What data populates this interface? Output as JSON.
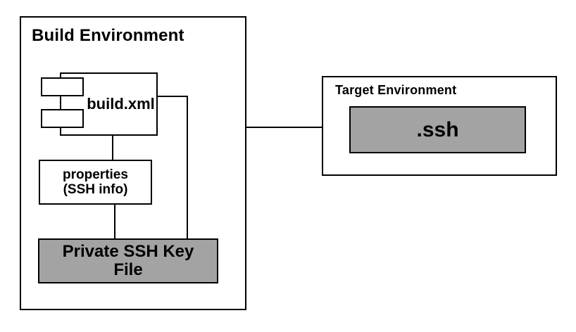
{
  "colors": {
    "background": "#ffffff",
    "stroke": "#000000",
    "box_fill_gray": "#a3a3a3"
  },
  "diagram": {
    "build_environment": {
      "title": "Build Environment",
      "component": {
        "label": "build.xml"
      },
      "properties_box": {
        "line1": "properties",
        "line2": "(SSH info)"
      },
      "private_key_box": {
        "line1": "Private SSH Key",
        "line2": "File"
      }
    },
    "target_environment": {
      "title": "Target Environment",
      "ssh_box": {
        "label": ".ssh"
      }
    }
  }
}
